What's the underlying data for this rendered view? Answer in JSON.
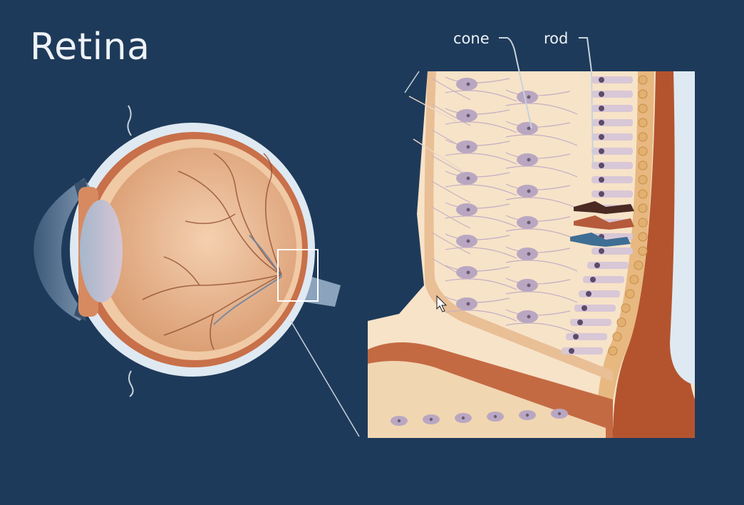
{
  "title": "Retina",
  "labels": {
    "cone": "cone",
    "rod": "rod"
  },
  "colors": {
    "background": "#1e3a5a",
    "retina_tissue": "#f7e3c8",
    "eye_interior": "#e9b68e",
    "sclera": "#f3e6d8",
    "choroid": "#b4542f",
    "ganglion_cells": "#b9a7c2",
    "cone_highlight_dark": "#4a2a22",
    "cone_highlight_red": "#b55a3a",
    "cone_highlight_blue": "#3f6e94",
    "label_text": "#eef2f6"
  }
}
